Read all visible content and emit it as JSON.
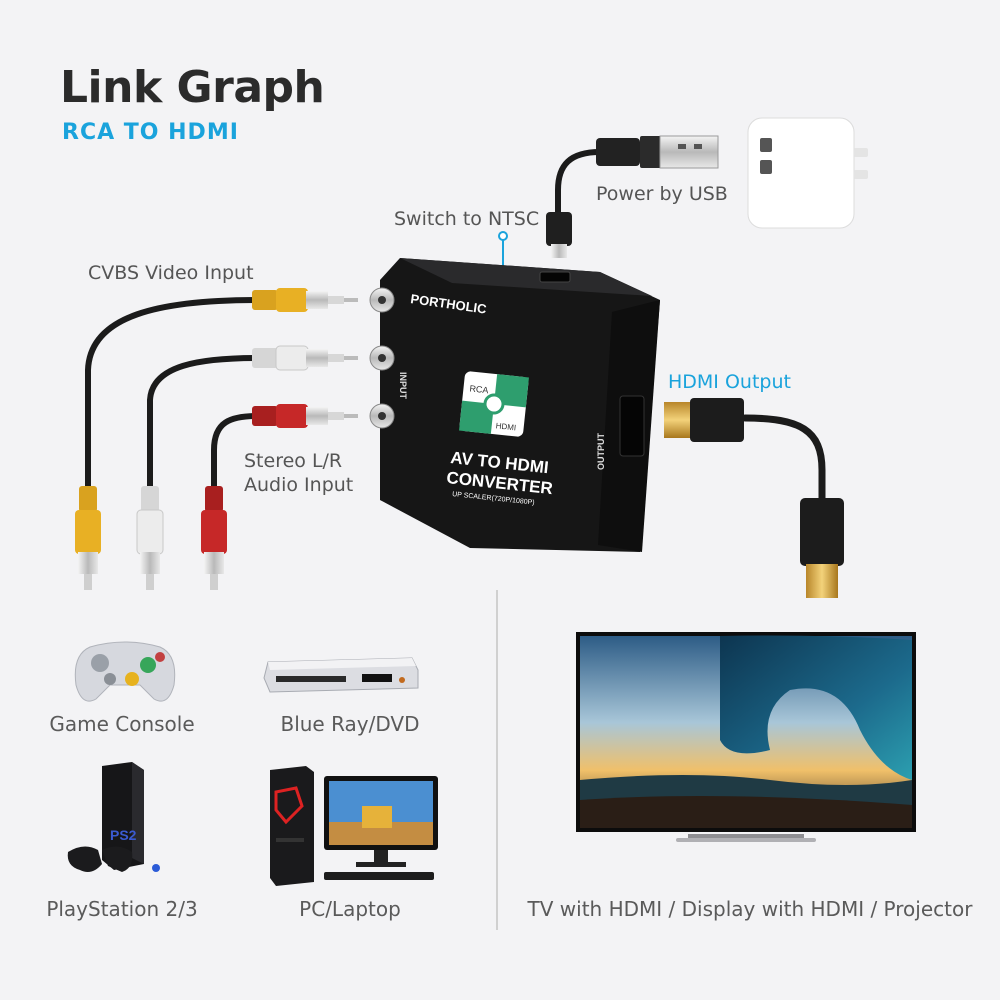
{
  "header": {
    "title": "Link Graph",
    "subtitle": "RCA TO HDMI"
  },
  "callouts": {
    "cvbs": "CVBS Video Input",
    "stereo_line1": "Stereo L/R",
    "stereo_line2": "Audio Input",
    "ntsc": "Switch to NTSC",
    "power": "Power by USB",
    "hdmi_out": "HDMI Output"
  },
  "converter": {
    "brand": "PORTHOLIC",
    "title_line1": "AV TO HDMI",
    "title_line2": "CONVERTER",
    "upscaler": "UP SCALER(720P/1080P)",
    "input_label": "INPUT",
    "output_label": "OUTPUT",
    "logo_rca": "RCA",
    "logo_hdmi": "HDMI"
  },
  "sources": [
    {
      "label": "Game Console",
      "icon": "game-controller-icon"
    },
    {
      "label": "Blue Ray/DVD",
      "icon": "dvd-player-icon"
    },
    {
      "label": "PlayStation 2/3",
      "icon": "playstation-icon"
    },
    {
      "label": "PC/Laptop",
      "icon": "pc-icon"
    }
  ],
  "display": {
    "label": "TV with HDMI / Display with HDMI / Projector"
  },
  "colors": {
    "accent": "#1aa3dc",
    "title": "#2b2b2b",
    "rca_yellow": "#e8b024",
    "rca_red": "#c62828",
    "rca_white": "#e6e6e6",
    "device_body": "#1c1c1e",
    "logo_green": "#2e9e6e"
  }
}
